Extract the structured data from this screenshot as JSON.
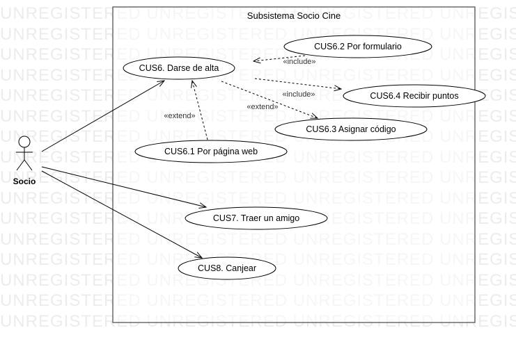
{
  "watermark_text": "UNREGISTERED",
  "colors": {
    "line": "#000000",
    "frame_border": "#6b6b6b",
    "watermark": "#ececec"
  },
  "system": {
    "title": "Subsistema Socio Cine"
  },
  "actor": {
    "label": "Socio"
  },
  "use_cases": {
    "cus6": "CUS6. Darse de alta",
    "cus6_2": "CUS6.2 Por formulario",
    "cus6_4": "CUS6.4 Recibir puntos",
    "cus6_3": "CUS6.3 Asignar código",
    "cus6_1": "CUS6.1 Por página web",
    "cus7": "CUS7. Traer un amigo",
    "cus8": "CUS8. Canjear"
  },
  "relationships": {
    "include_formulario": "«include»",
    "include_puntos": "«include»",
    "extend_codigo": "«extend»",
    "extend_web": "«extend»"
  }
}
